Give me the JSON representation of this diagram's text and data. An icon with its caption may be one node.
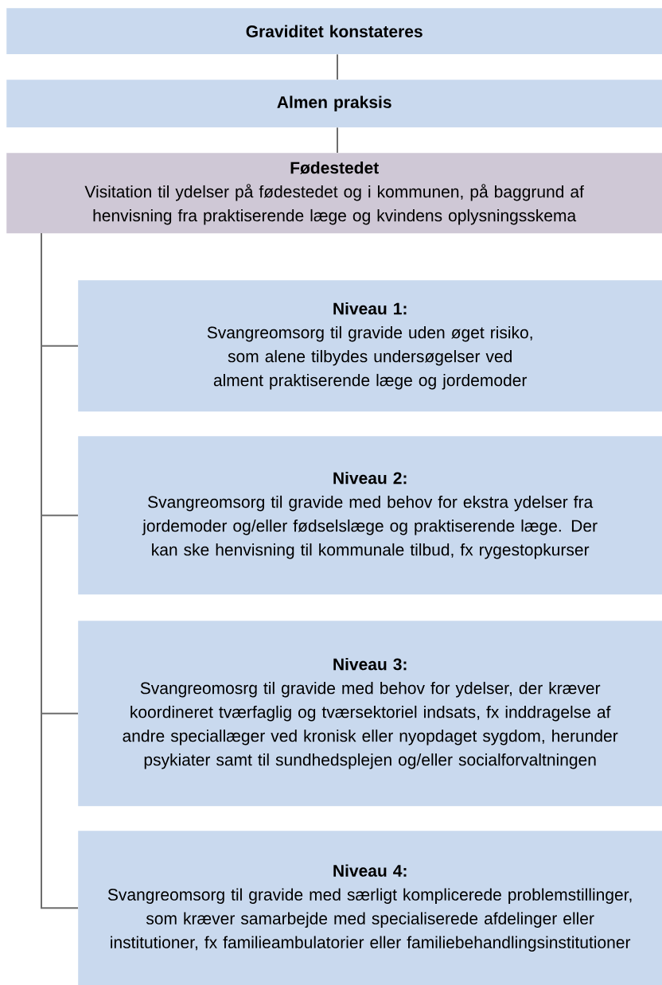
{
  "diagram": {
    "nodes": [
      {
        "text": [
          "Graviditet konstateres"
        ]
      },
      {
        "text": [
          "Almen praksis"
        ]
      },
      {
        "text": [
          "Fødestedet",
          "Visitation til ydelser på fødestedet og i kommunen, på baggrund af henvisning fra praktiserende læge og kvindens oplysningsskema"
        ]
      },
      {
        "text": [
          "Niveau 1:",
          "Svangreomsorg til gravide uden øget risiko, som alene tilbydes undersøgelser ved alment praktiserende læge og jordemoder"
        ]
      },
      {
        "text": [
          "Niveau 2:",
          "Svangreomsorg til gravide med behov for ekstra ydelser fra jordemoder og/eller fødselslæge og praktiserende læge. Der kan ske henvisning til kommunale tilbud, fx rygestopkurser"
        ]
      },
      {
        "text": [
          "Niveau 3:",
          "Svangreomosrg til gravide med behov for ydelser, der kræver koordineret tværfaglig og tværsektoriel indsats, fx inddragelse af andre speciallæger ved kronisk eller nyopdaget sygdom, herunder psykiater samt til sundhedsplejen og/eller socialforvaltningen"
        ]
      },
      {
        "text": [
          "Niveau 4:",
          "Svangreomsorg til gravide med særligt komplicerede problemstillinger, som kræver samarbejde med specialiserede afdelinger eller institutioner, fx familieambulatorier eller familiebehandlingsinstitutioner"
        ]
      }
    ],
    "edges": [
      {
        "from": 0,
        "to": 1,
        "arrow": "none"
      },
      {
        "from": 1,
        "to": 2,
        "arrow": "none"
      },
      {
        "from": 2,
        "to": 3,
        "arrow": "none"
      },
      {
        "from": 2,
        "to": 4,
        "arrow": "none"
      },
      {
        "from": 2,
        "to": 5,
        "arrow": "none"
      },
      {
        "from": 2,
        "to": 6,
        "arrow": "none"
      }
    ]
  }
}
